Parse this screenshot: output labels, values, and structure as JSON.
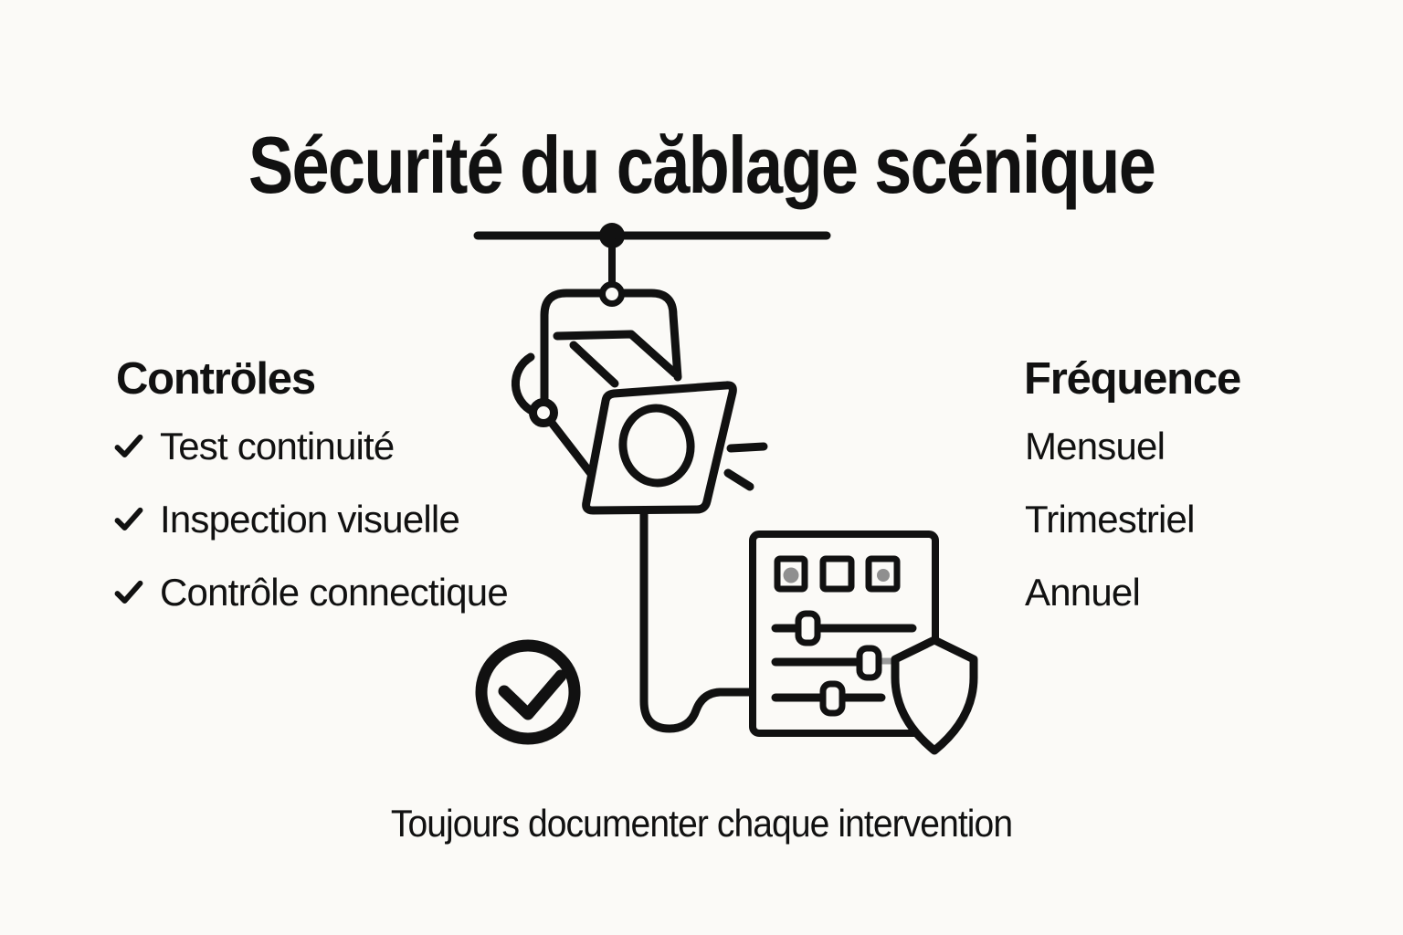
{
  "title": "Sécurité du căblage scénique",
  "columns": {
    "left": {
      "heading": "Contröles",
      "items": [
        "Test continuité",
        "Inspection visuelle",
        "Contrôle connectique"
      ]
    },
    "right": {
      "heading": "Fréquence",
      "items": [
        "Mensuel",
        "Trimestriel",
        "Annuel"
      ]
    }
  },
  "footer_note": "Toujours documenter chaque intervention",
  "colors": {
    "background": "#fbfaf7",
    "ink": "#111111",
    "indicator_gray": "#8f8f8f",
    "slider_gray": "#9a9a9a"
  },
  "illustration_icons": [
    "truss-pipe-icon",
    "clamp-icon",
    "stage-light-icon",
    "lens-icon",
    "light-rays-icon",
    "power-cable-icon",
    "dimmer-panel-icon",
    "slider-icons",
    "shield-icon",
    "check-circle-icon"
  ]
}
